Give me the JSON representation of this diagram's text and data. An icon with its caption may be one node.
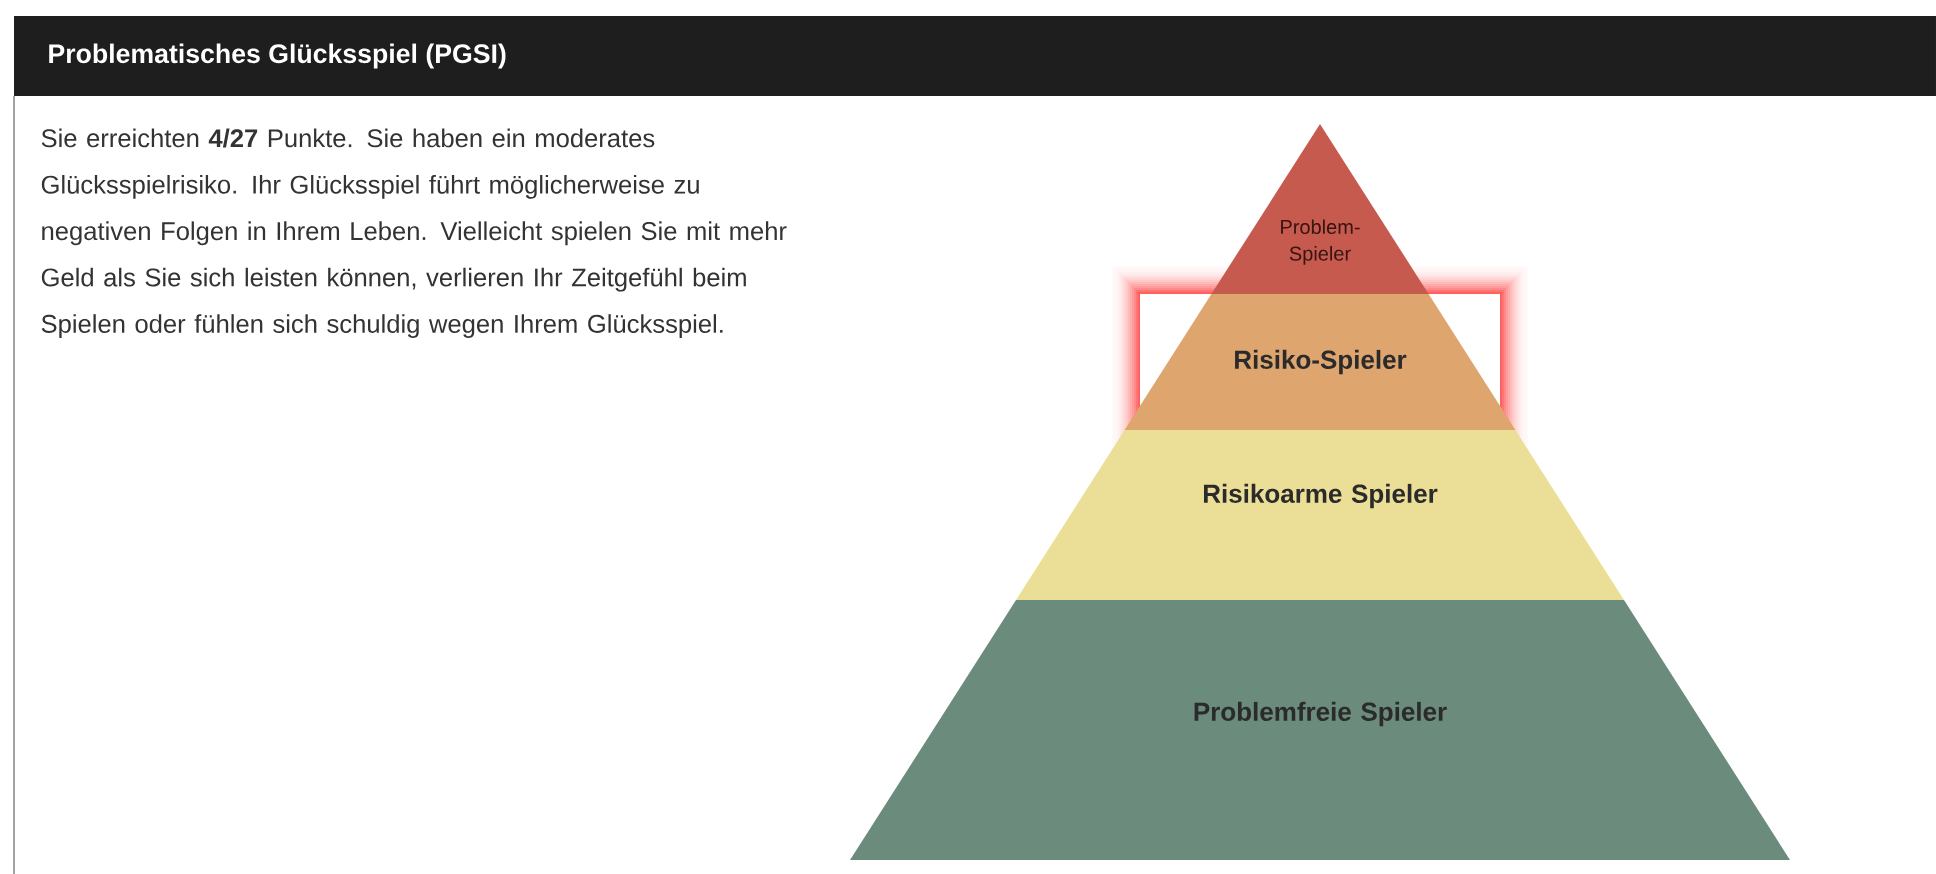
{
  "diagram": {
    "title": "Problematisches Glücksspiel (PGSI)",
    "nodes": [
      {
        "text": [
          "Problem-Spieler"
        ]
      },
      {
        "text": [
          "Risiko-Spieler"
        ]
      },
      {
        "text": [
          "Risikoarme Spieler"
        ]
      },
      {
        "text": [
          "Problemfreie Spieler"
        ]
      }
    ],
    "labels": [
      "Sie erreichten **4/27** Punkte. Sie haben ein moderates Glücksspielrisiko. Ihr Glücksspiel führt möglicherweise zu negativen Folgen in Ihrem Leben. Vielleicht spielen Sie mit mehr Geld als Sie sich leisten können, verlieren Ihr Zeitgefühl beim Spielen oder fühlen sich schuldig wegen Ihrem Glücksspiel."
    ]
  }
}
